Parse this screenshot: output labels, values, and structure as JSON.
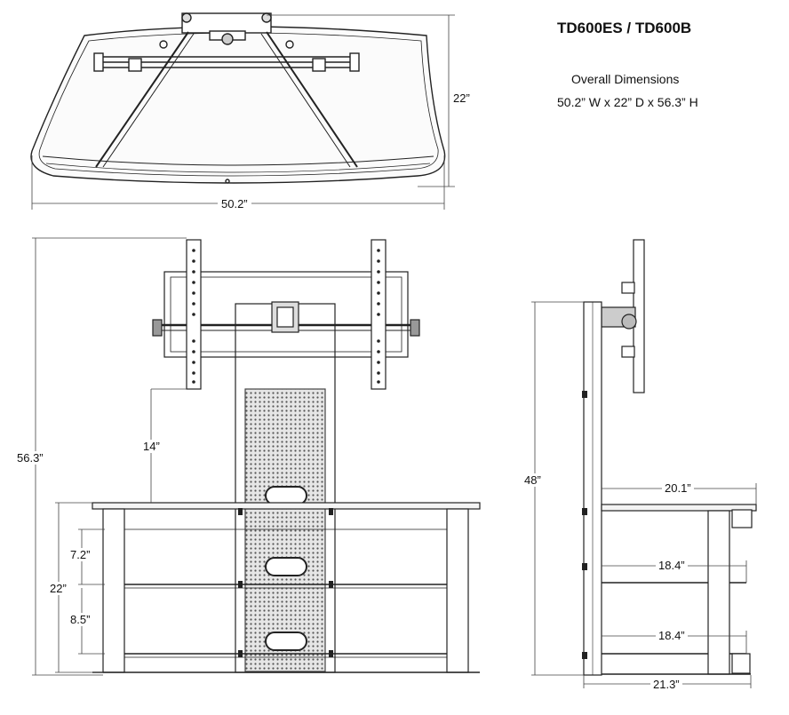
{
  "header": {
    "model": "TD600ES / TD600B",
    "overall_label": "Overall Dimensions",
    "overall_value": "50.2” W x 22” D x 56.3” H"
  },
  "top_view": {
    "depth": "22”",
    "width": "50.2”"
  },
  "front_view": {
    "total_height": "56.3”",
    "shelf_height": "22”",
    "upper_gap": "7.2”",
    "lower_gap": "8.5”",
    "mount_clearance": "14”"
  },
  "side_view": {
    "column_height": "48”",
    "top_shelf_depth": "20.1”",
    "middle_shelf_depth": "18.4”",
    "bottom_shelf_depth": "18.4”",
    "base_depth": "21.3”"
  }
}
